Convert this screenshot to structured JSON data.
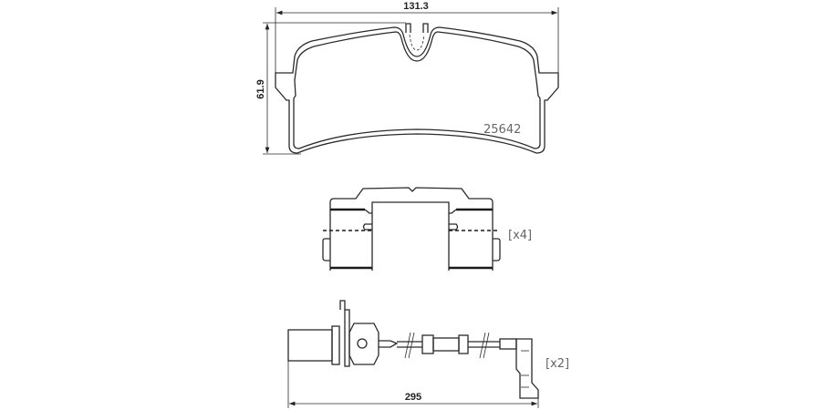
{
  "drawing": {
    "pad": {
      "width_dim": "131.3",
      "height_dim": "61.9",
      "part_number": "25642"
    },
    "clip": {
      "quantity": "[x4]"
    },
    "sensor": {
      "length_dim": "295",
      "quantity": "[x2]"
    }
  }
}
